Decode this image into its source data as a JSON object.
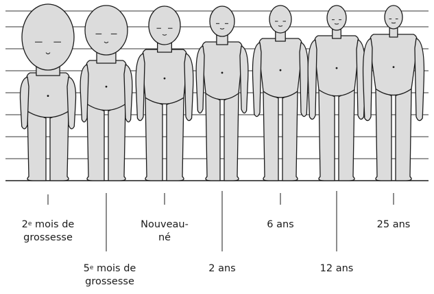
{
  "figures": [
    {
      "id": "fig-2m",
      "stage_line1": "2",
      "stage_sup": "e",
      "stage_rest1": " mois de",
      "stage_line2": "grossesse"
    },
    {
      "id": "fig-5m",
      "stage_line1": "5",
      "stage_sup": "e",
      "stage_rest1": " mois de",
      "stage_line2": "grossesse"
    },
    {
      "id": "fig-nb",
      "stage_line1": "Nouveau-",
      "stage_sup": "",
      "stage_rest1": "",
      "stage_line2": "né"
    },
    {
      "id": "fig-2y",
      "stage_line1": "2 ans",
      "stage_sup": "",
      "stage_rest1": "",
      "stage_line2": ""
    },
    {
      "id": "fig-6y",
      "stage_line1": "6 ans",
      "stage_sup": "",
      "stage_rest1": "",
      "stage_line2": ""
    },
    {
      "id": "fig-12y",
      "stage_line1": "12 ans",
      "stage_sup": "",
      "stage_rest1": "",
      "stage_line2": ""
    },
    {
      "id": "fig-25y",
      "stage_line1": "25 ans",
      "stage_sup": "",
      "stage_rest1": "",
      "stage_line2": ""
    }
  ],
  "colors": {
    "body_fill": "#dcdcdc",
    "outline": "#1a1a1a",
    "grid": "#333333"
  }
}
